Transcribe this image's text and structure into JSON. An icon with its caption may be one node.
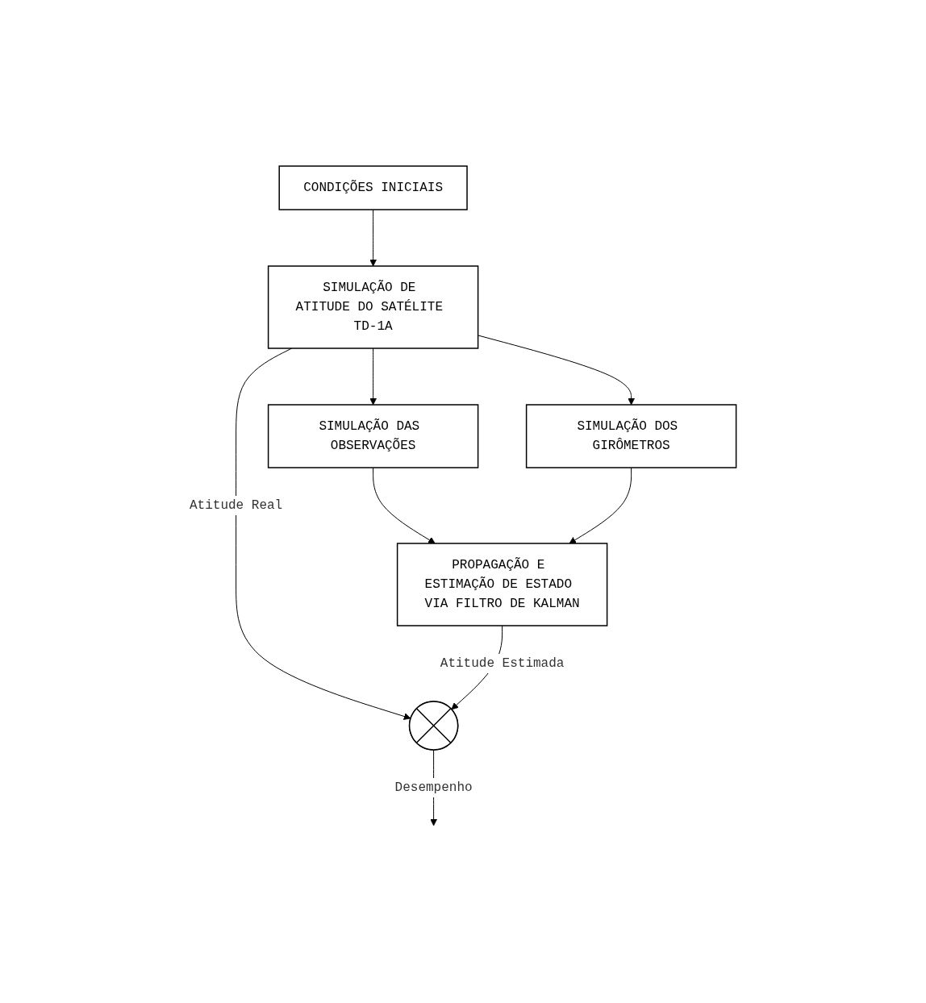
{
  "diagram": {
    "nodes": [
      {
        "text": [
          "CONDIÇÕES INICIAIS"
        ]
      },
      {
        "text": [
          "SIMULAÇÃO DAS OBSERVAÇÕES"
        ]
      },
      {
        "text": [
          "SIMULAÇÃO DE ATITUDE DO SATÉLITE TD-1A"
        ]
      },
      {
        "text": [
          "SIMULAÇÃO DOS GIRÔMETROS"
        ]
      },
      {
        "text": [
          "PROPAGAÇÃO E ESTIMAÇÃO DE ESTADO VIA FILTRO DE KALMAN"
        ]
      },
      {
        "text": [],
        "shape": "circle"
      }
    ],
    "edges": [
      {
        "from": 0,
        "to": 2,
        "arrow": "to"
      },
      {
        "from": 2,
        "to": 1,
        "arrow": "to"
      },
      {
        "from": 2,
        "to": 3,
        "arrow": "to"
      },
      {
        "from": 1,
        "to": 4,
        "arrow": "to"
      },
      {
        "from": 3,
        "to": 4,
        "arrow": "to"
      },
      {
        "from": 2,
        "to": 5,
        "label": "Atitude Real",
        "arrow": "to"
      },
      {
        "from": 4,
        "to": 5,
        "label": "Atitude Estimada",
        "arrow": "to"
      },
      {
        "from": 5,
        "to": null,
        "label": "Desempenho",
        "arrow": "to"
      }
    ]
  }
}
